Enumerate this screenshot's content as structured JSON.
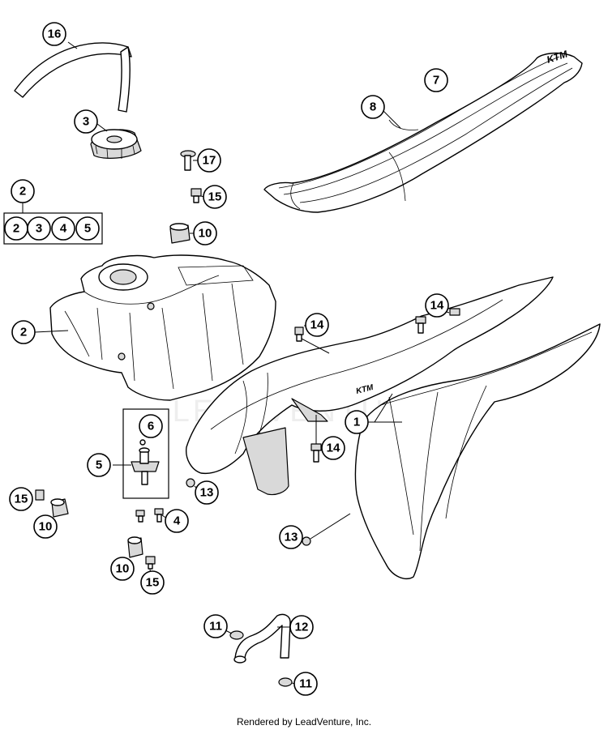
{
  "footer": {
    "text": "Rendered by LeadVenture, Inc."
  },
  "callouts": {
    "c16": "16",
    "c3": "3",
    "c2_top": "2",
    "c2_kit_a": "2",
    "c3_kit": "3",
    "c4_kit": "4",
    "c5_kit": "5",
    "c17": "17",
    "c15_a": "15",
    "c10_a": "10",
    "c7": "7",
    "c8": "8",
    "c2_tank": "2",
    "c14_a": "14",
    "c14_b": "14",
    "c14_c": "14",
    "c1": "1",
    "c6": "6",
    "c5": "5",
    "c13_a": "13",
    "c13_b": "13",
    "c15_b": "15",
    "c10_b": "10",
    "c4": "4",
    "c10_c": "10",
    "c15_c": "15",
    "c11_a": "11",
    "c12": "12",
    "c11_b": "11"
  },
  "watermark": {
    "text": "LEADVENTURE"
  }
}
